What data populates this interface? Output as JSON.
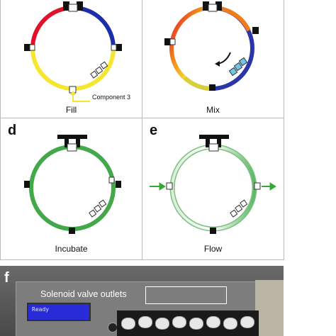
{
  "panels": {
    "b": {
      "caption": "Fill",
      "component_label": "Component 3"
    },
    "c": {
      "caption": "Mix"
    },
    "d": {
      "letter": "d",
      "caption": "Incubate"
    },
    "e": {
      "letter": "e",
      "caption": "Flow"
    },
    "f": {
      "letter": "f",
      "outlet_label": "Solenoid valve outlets",
      "lcd_text": "Ready"
    }
  },
  "colors": {
    "red": "#e0122a",
    "blue": "#1d2fa8",
    "yellow": "#f5e632",
    "green": "#43a84a",
    "light_green": "#cfe7cf",
    "arrow_green": "#33aa33",
    "valve_cyan": "#6fc7e6",
    "valve_black": "#111111"
  }
}
